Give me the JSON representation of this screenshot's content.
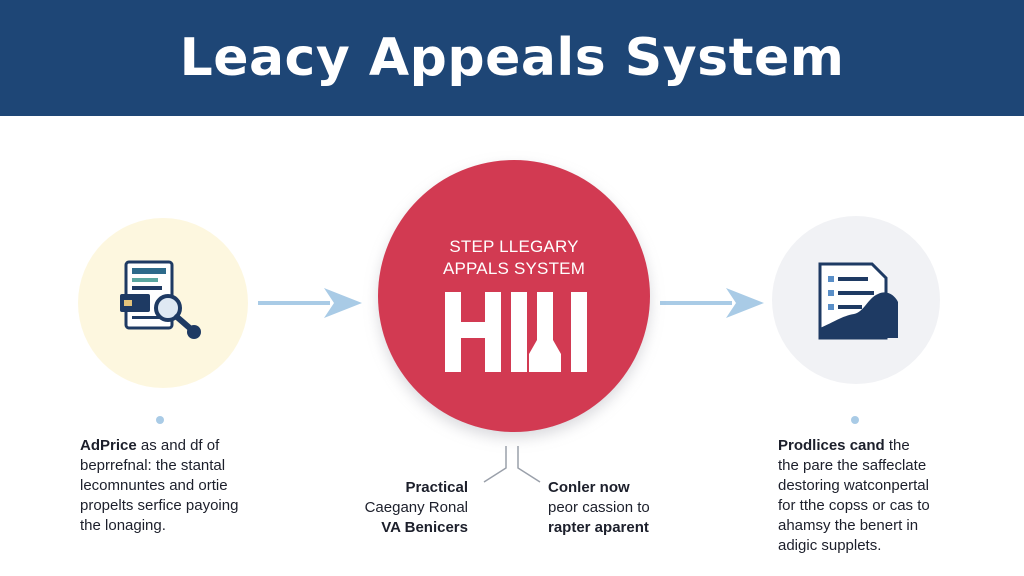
{
  "title": "Leacy Appeals System",
  "center": {
    "line1": "STEP LLEGARY",
    "line2": "APPALS SYSTEM"
  },
  "left_text": {
    "lines": [
      {
        "bold": "AdPrice",
        "rest": " as and df of"
      },
      {
        "bold": "",
        "rest": "beprrefnal: the stantal"
      },
      {
        "bold": "",
        "rest": "lecomnuntes and ortie"
      },
      {
        "bold": "",
        "rest": "propelts serfice payoing"
      },
      {
        "bold": "",
        "rest": "the lonaging."
      }
    ]
  },
  "right_text": {
    "lines": [
      {
        "bold": "Prodlices cand",
        "rest": " the"
      },
      {
        "bold": "",
        "rest": "the pare the saffeclate"
      },
      {
        "bold": "",
        "rest": "destoring watconpertal"
      },
      {
        "bold": "",
        "rest": "for tthe copss or cas to"
      },
      {
        "bold": "",
        "rest": "ahamsy the benert in"
      },
      {
        "bold": "",
        "rest": "adigic supplets."
      }
    ]
  },
  "bottom_left_label": {
    "line1": "Practical",
    "line2": "Caegany Ronal",
    "line3": "VA Benicers"
  },
  "bottom_right_label": {
    "line1": "Conler now",
    "line2": "peor cassion to",
    "line3": "rapter aparent"
  },
  "colors": {
    "header": "#1e4676",
    "center_circle": "#d23a52",
    "left_circle": "#fdf7df",
    "right_circle": "#f1f2f5",
    "arrow": "#a9cbe6"
  },
  "icons": {
    "left": "document-magnifier-icon",
    "center": "hill-glyph-icon",
    "right": "document-chart-icon"
  }
}
